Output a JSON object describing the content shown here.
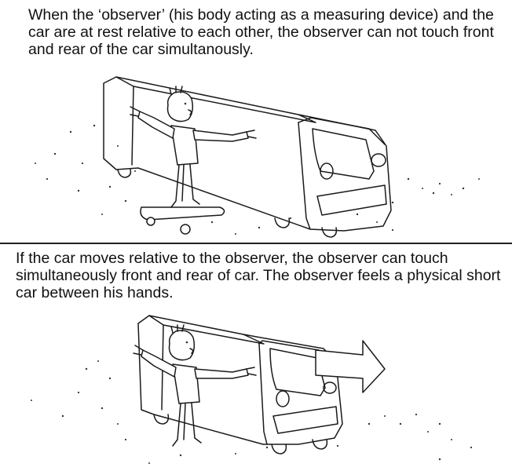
{
  "panels": [
    {
      "id": "rest",
      "caption": "When the ‘observer’ (his body acting as a measuring device) and the car are at rest relative to each other, the observer can not touch front and rear of the car simultanously."
    },
    {
      "id": "moving",
      "caption": "If the car moves relative to the observer, the observer can touch simultaneously front and rear of car. The observer feels a physical short car between his hands."
    }
  ],
  "colors": {
    "ink": "#1a1a1a",
    "background": "#ffffff",
    "divider": "#222222"
  },
  "icons": [
    "motion-arrow-icon"
  ]
}
